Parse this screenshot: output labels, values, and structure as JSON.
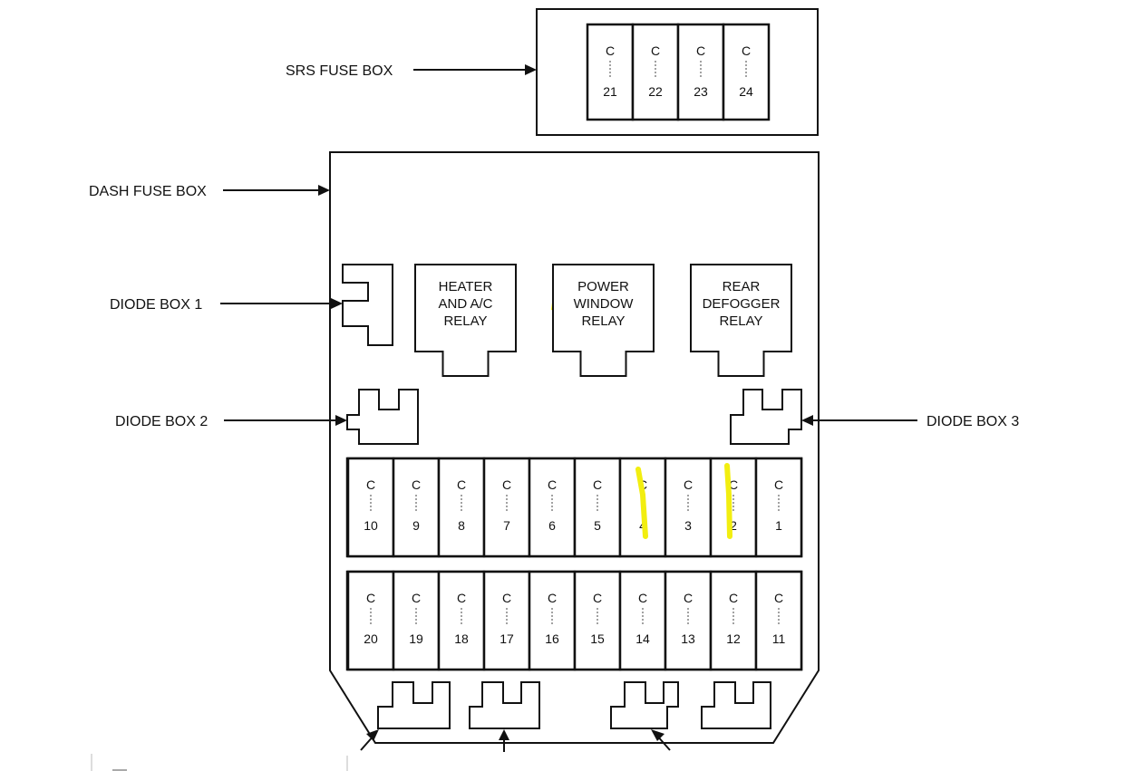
{
  "labels": {
    "srs_fuse_box": "SRS FUSE BOX",
    "dash_fuse_box": "DASH FUSE BOX",
    "diode_box_1": "DIODE BOX 1",
    "diode_box_2": "DIODE BOX 2",
    "diode_box_3": "DIODE BOX 3"
  },
  "relays": [
    {
      "id": "heater",
      "lines": [
        "HEATER",
        "AND A/C",
        "RELAY"
      ],
      "highlighted": false
    },
    {
      "id": "power-window",
      "lines": [
        "POWER",
        "WINDOW",
        "RELAY"
      ],
      "highlighted": true
    },
    {
      "id": "rear-defogger",
      "lines": [
        "REAR",
        "DEFOGGER",
        "RELAY"
      ],
      "highlighted": false
    }
  ],
  "fuse_prefix": "C",
  "srs_fuses": [
    "21",
    "22",
    "23",
    "24"
  ],
  "fuse_row_top": [
    "10",
    "9",
    "8",
    "7",
    "6",
    "5",
    "4",
    "3",
    "2",
    "1"
  ],
  "fuse_row_bottom": [
    "20",
    "19",
    "18",
    "17",
    "16",
    "15",
    "14",
    "13",
    "12",
    "11"
  ],
  "highlighted_fuses": [
    "4",
    "2"
  ],
  "highlight_color": "#f5f20a"
}
